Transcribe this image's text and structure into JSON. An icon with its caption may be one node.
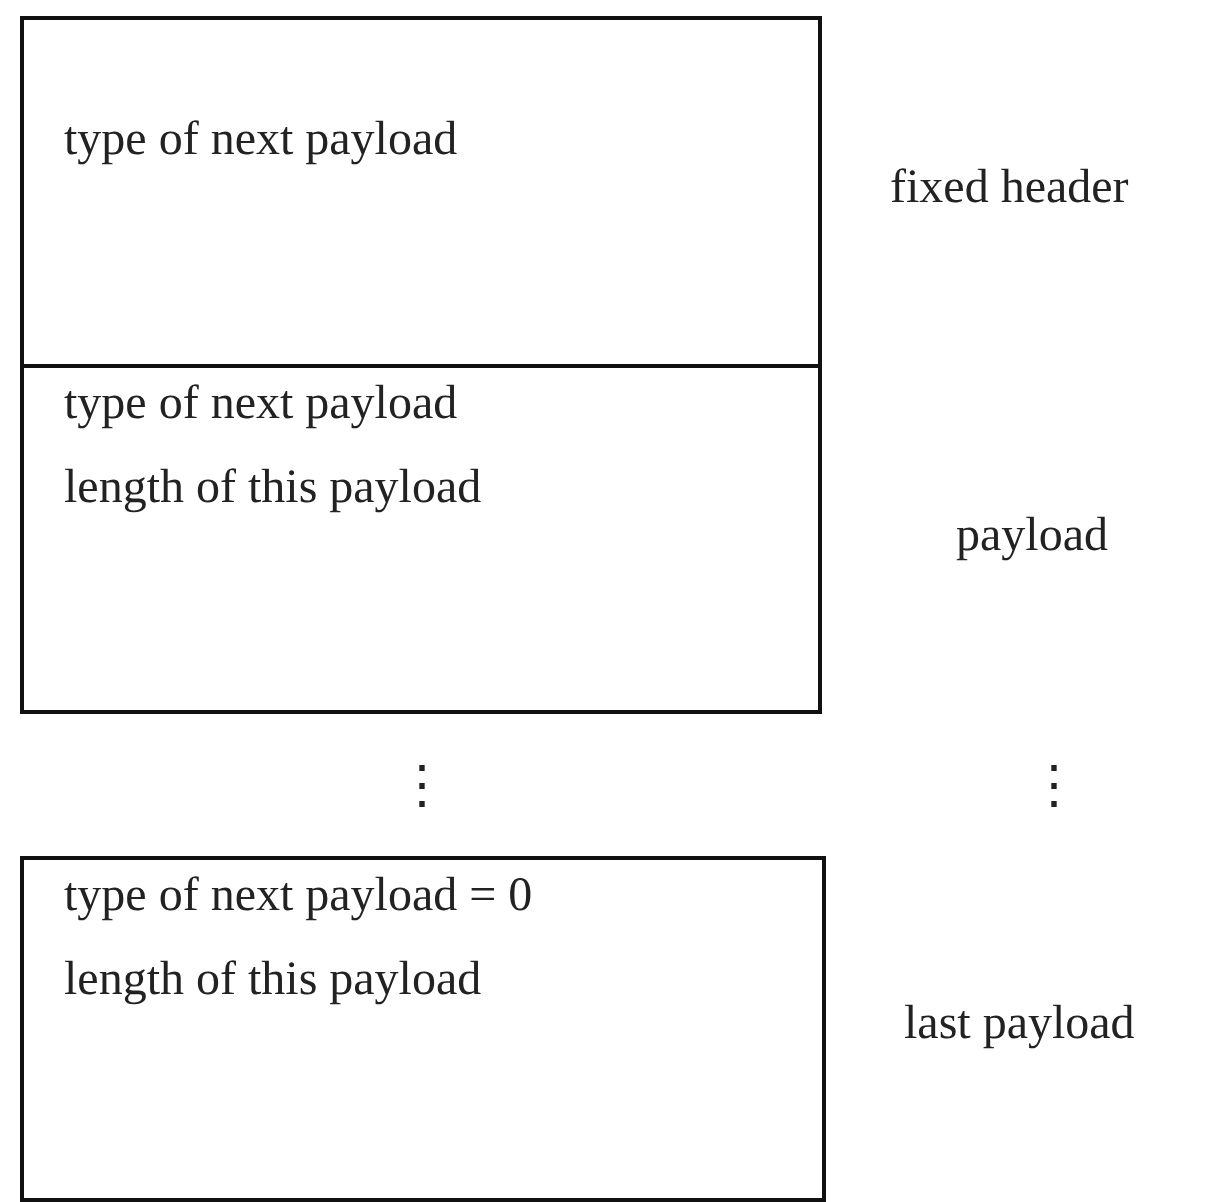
{
  "diagram": {
    "nodes": [
      {
        "text": [
          "type of next payload"
        ],
        "beside": [
          "fixed header"
        ]
      },
      {
        "text": [
          "type of next payload",
          "length of this payload"
        ],
        "beside": [
          "payload"
        ]
      },
      {
        "text": [
          "type of next payload = 0",
          "length of this payload"
        ],
        "beside": [
          "last payload"
        ]
      }
    ],
    "labels": [
      "⋮",
      "⋮"
    ]
  }
}
